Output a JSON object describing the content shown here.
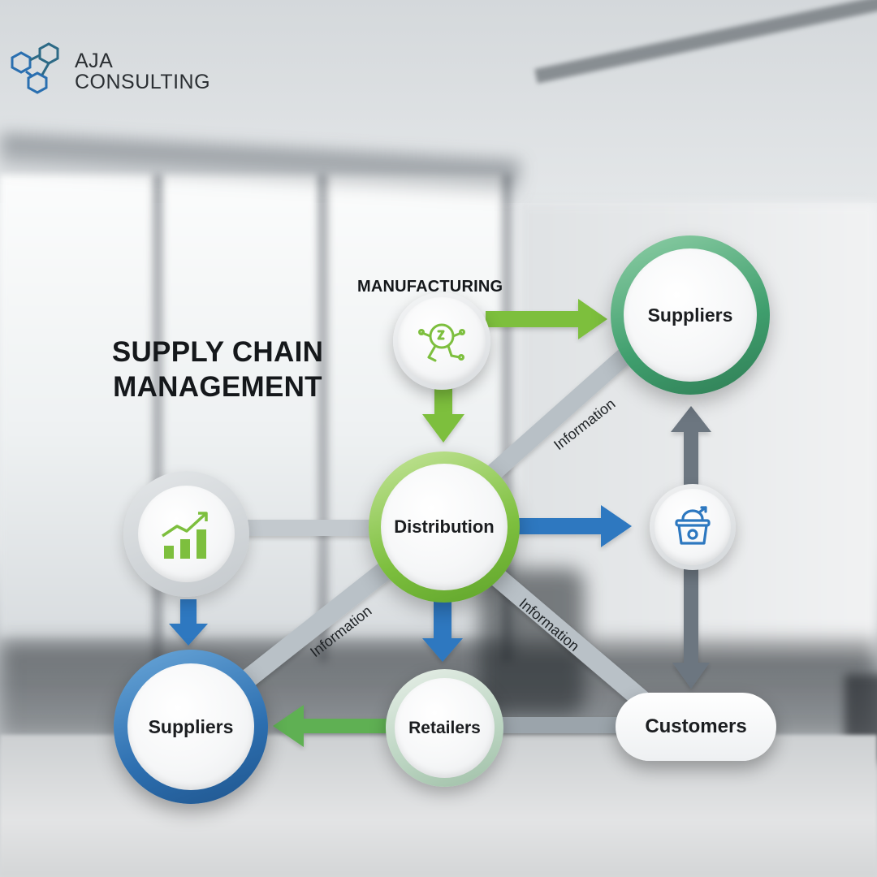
{
  "brand": {
    "name_line1": "AJA",
    "name_line2": "CONSULTING",
    "logo_icon": "three-hexagons-logo-icon"
  },
  "title": {
    "line1": "SUPPLY CHAIN",
    "line2": "MANAGEMENT"
  },
  "nodes": {
    "manufacturing_label": "MANUFACTURING",
    "suppliers_top": "Suppliers",
    "distribution": "Distribution",
    "suppliers_bottom": "Suppliers",
    "retailers": "Retailers",
    "customers": "Customers"
  },
  "icons": {
    "manufacturing": "robot-arm-icon",
    "analytics": "growth-chart-icon",
    "basket": "shopping-basket-icon"
  },
  "links": {
    "info_top_right": "Information",
    "info_bottom_left": "Information",
    "info_bottom_right": "Information"
  },
  "colors": {
    "green": "#7dbf3e",
    "teal_green": "#3f9e6d",
    "blue": "#2d78c0",
    "slate": "#6c7680",
    "pipe": "#b8c0c6"
  }
}
